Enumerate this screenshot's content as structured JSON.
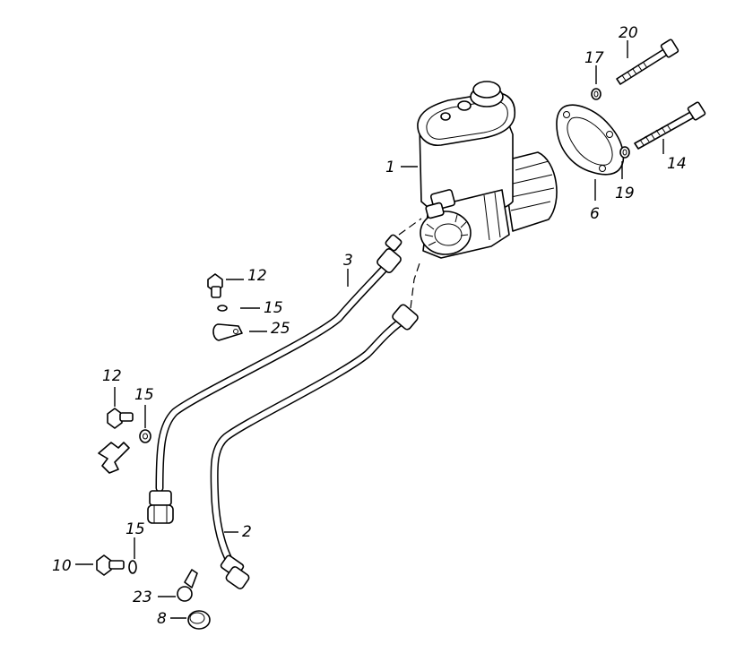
{
  "labels": {
    "p1": "1",
    "p2": "2",
    "p3": "3",
    "p6": "6",
    "p8": "8",
    "p10": "10",
    "p12a": "12",
    "p12b": "12",
    "p14": "14",
    "p15a": "15",
    "p15b": "15",
    "p15c": "15",
    "p17": "17",
    "p19": "19",
    "p20": "20",
    "p23": "23",
    "p25": "25"
  }
}
